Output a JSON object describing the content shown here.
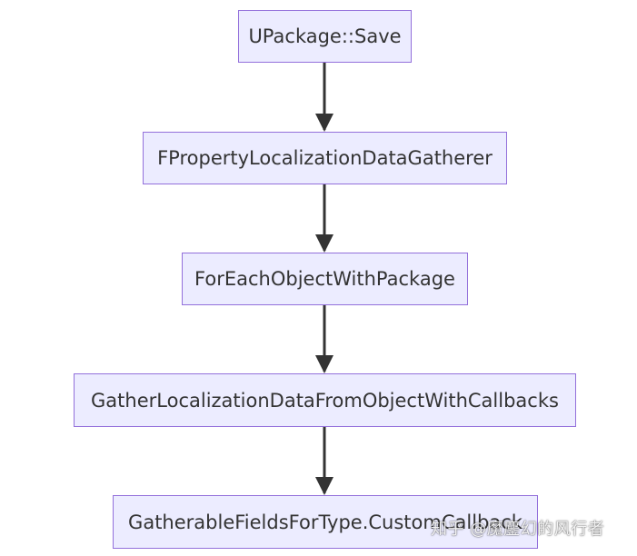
{
  "diagram": {
    "nodes": [
      {
        "id": "n1",
        "label": "UPackage::Save"
      },
      {
        "id": "n2",
        "label": "FPropertyLocalizationDataGatherer"
      },
      {
        "id": "n3",
        "label": "ForEachObjectWithPackage"
      },
      {
        "id": "n4",
        "label": "GatherLocalizationDataFromObjectWithCallbacks"
      },
      {
        "id": "n5",
        "label": "GatherableFieldsForType.CustomCallback"
      }
    ],
    "edges": [
      {
        "from": "n1",
        "to": "n2"
      },
      {
        "from": "n2",
        "to": "n3"
      },
      {
        "from": "n3",
        "to": "n4"
      },
      {
        "from": "n4",
        "to": "n5"
      }
    ],
    "colors": {
      "node_fill": "#ececff",
      "node_stroke": "#9370db",
      "text": "#333333",
      "edge": "#333333"
    }
  },
  "watermark": {
    "text": "知乎 @魔鏖幻的风行者"
  }
}
